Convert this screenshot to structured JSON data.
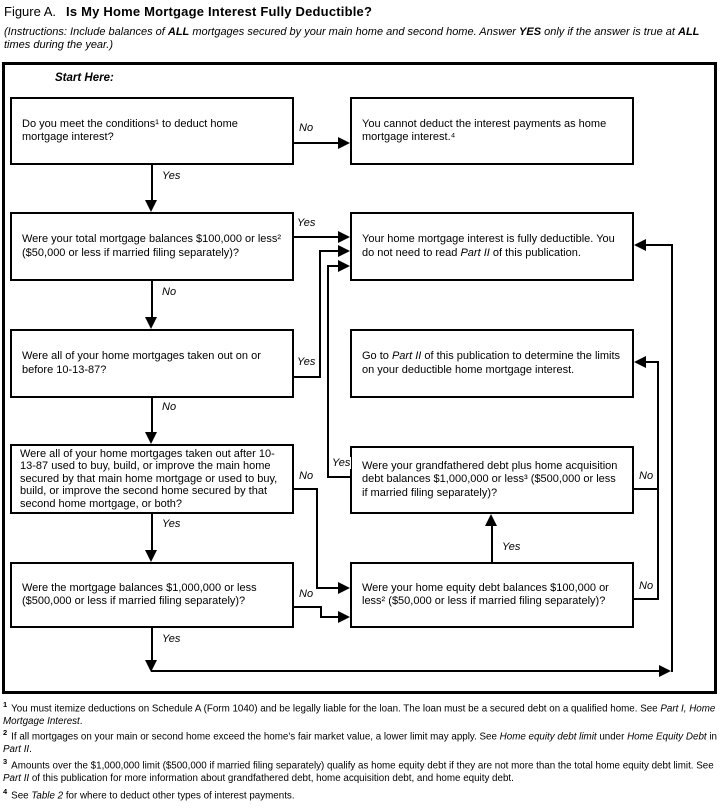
{
  "colors": {
    "ink": "#000000",
    "background": "#ffffff"
  },
  "title": {
    "prefix": "Figure A.",
    "main": "Is My Home Mortgage Interest Fully Deductible?"
  },
  "instructions": {
    "seg1": "(Instructions: Include balances of ",
    "bold1": "ALL",
    "seg2": " mortgages secured by your main home and second home. Answer ",
    "bold2": "YES",
    "seg3": " only if the answer is true at ",
    "bold3": "ALL",
    "seg4": " times during the year.)"
  },
  "flow": {
    "start_label": "Start Here:",
    "labels": {
      "yes": "Yes",
      "no": "No"
    },
    "boxes": {
      "q_conditions": "Do you meet the conditions¹ to deduct home mortgage interest?",
      "r_cannot_deduct": "You cannot deduct the interest payments as home mortgage interest.⁴",
      "q_total_balances": "Were your total mortgage balances $100,000 or less² ($50,000 or less if married filing separately)?",
      "r_fully_deductible": {
        "pre": "Your home mortgage interest is fully deductible. You do not need to read ",
        "italic": "Part II",
        "post": " of this publication."
      },
      "q_before_101387": "Were all of your home mortgages taken out on or before 10-13-87?",
      "r_go_part2": {
        "pre": "Go to ",
        "italic": "Part II",
        "post": " of this publication to determine the limits on your deductible home mortgage interest."
      },
      "q_after_101387": "Were all of your home mortgages taken out after 10-13-87 used to buy, build, or improve the main home secured by that main home mortgage or used to buy, build, or improve the second home secured by that second home mortgage, or both?",
      "q_grandfathered": "Were your grandfathered debt plus home acquisition debt balances $1,000,000 or less³ ($500,000 or less if married filing separately)?",
      "q_mortgage_1m": "Were the mortgage balances $1,000,000 or less ($500,000 or less if married filing separately)?",
      "q_home_equity": "Were your home equity debt balances $100,000 or less² ($50,000 or less if married filing separately)?"
    }
  },
  "footnotes": {
    "f1": {
      "marker": "1",
      "seg1": "You must itemize deductions on Schedule A (Form 1040) and be legally liable for the loan. The loan must be a secured debt on a qualified home. See ",
      "it1": "Part I, Home Mortgage Interest",
      "seg2": "."
    },
    "f2": {
      "marker": "2",
      "seg1": "If all mortgages on your main or second home exceed the home's fair market value, a lower limit may apply. See ",
      "it1": "Home equity debt limit",
      "seg2": " under ",
      "it2": "Home Equity Debt",
      "seg3": " in ",
      "it3": "Part II",
      "seg4": "."
    },
    "f3": {
      "marker": "3",
      "seg1": "Amounts over the $1,000,000 limit ($500,000 if married filing separately) qualify as home equity debt if they are not more than the total home equity debt limit. See ",
      "it1": "Part II",
      "seg2": " of this publication for more information about grandfathered debt, home acquisition debt, and home equity debt.",
      "seg3": ""
    },
    "f4": {
      "marker": "4",
      "seg1": "See ",
      "it1": "Table 2",
      "seg2": " for where to deduct other types of interest payments."
    }
  }
}
